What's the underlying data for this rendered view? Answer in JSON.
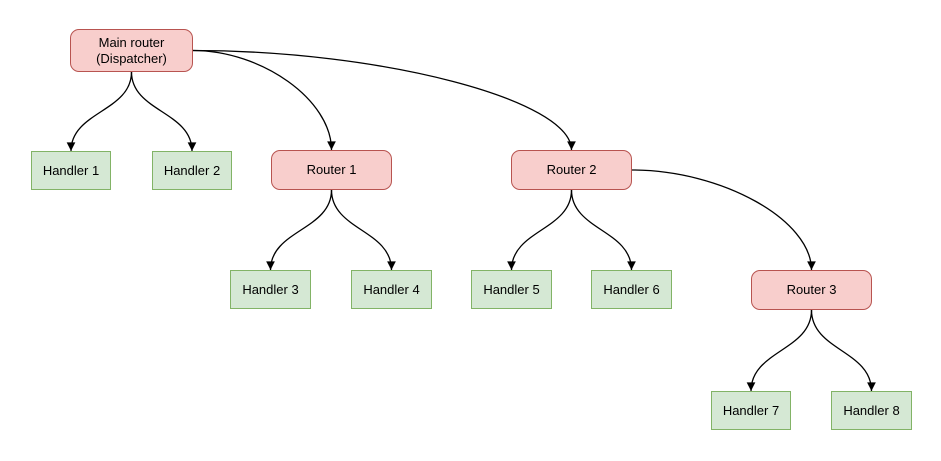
{
  "diagram": {
    "type": "flowchart-tree",
    "background": "#ffffff",
    "colors": {
      "background": "#ffffff",
      "router_fill": "#f8cecc",
      "router_border": "#b85450",
      "handler_fill": "#d5e8d4",
      "handler_border": "#82b366",
      "edge": "#000000"
    },
    "nodes": [
      {
        "id": "main",
        "type": "router",
        "label": "Main router\n(Dispatcher)"
      },
      {
        "id": "handler1",
        "type": "handler",
        "label": "Handler 1"
      },
      {
        "id": "handler2",
        "type": "handler",
        "label": "Handler 2"
      },
      {
        "id": "router1",
        "type": "router",
        "label": "Router 1"
      },
      {
        "id": "router2",
        "type": "router",
        "label": "Router 2"
      },
      {
        "id": "handler3",
        "type": "handler",
        "label": "Handler 3"
      },
      {
        "id": "handler4",
        "type": "handler",
        "label": "Handler 4"
      },
      {
        "id": "handler5",
        "type": "handler",
        "label": "Handler 5"
      },
      {
        "id": "handler6",
        "type": "handler",
        "label": "Handler 6"
      },
      {
        "id": "router3",
        "type": "router",
        "label": "Router 3"
      },
      {
        "id": "handler7",
        "type": "handler",
        "label": "Handler 7"
      },
      {
        "id": "handler8",
        "type": "handler",
        "label": "Handler 8"
      }
    ],
    "edges": [
      {
        "from": "main",
        "to": "handler1"
      },
      {
        "from": "main",
        "to": "handler2"
      },
      {
        "from": "main",
        "to": "router1"
      },
      {
        "from": "main",
        "to": "router2"
      },
      {
        "from": "router1",
        "to": "handler3"
      },
      {
        "from": "router1",
        "to": "handler4"
      },
      {
        "from": "router2",
        "to": "handler5"
      },
      {
        "from": "router2",
        "to": "handler6"
      },
      {
        "from": "router2",
        "to": "router3"
      },
      {
        "from": "router3",
        "to": "handler7"
      },
      {
        "from": "router3",
        "to": "handler8"
      }
    ]
  }
}
